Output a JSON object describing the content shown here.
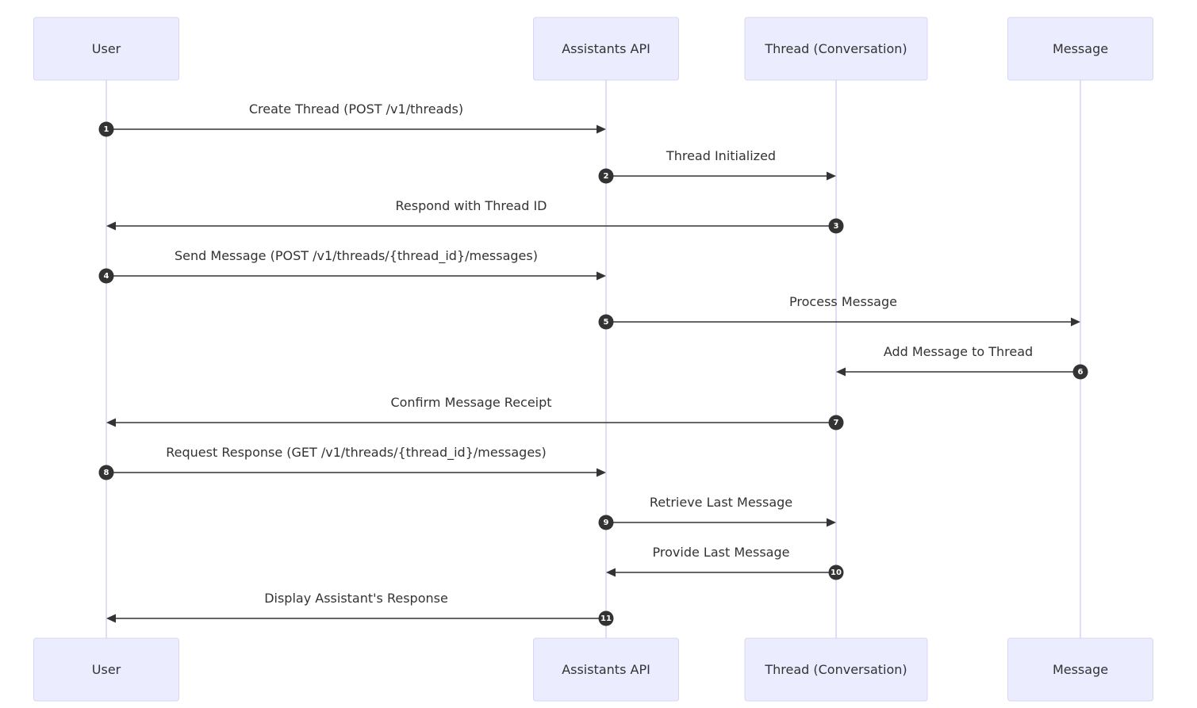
{
  "participants": [
    {
      "id": "user",
      "label": "User"
    },
    {
      "id": "api",
      "label": "Assistants API"
    },
    {
      "id": "thread",
      "label": "Thread (Conversation)"
    },
    {
      "id": "message",
      "label": "Message"
    }
  ],
  "messages": [
    {
      "seq": "1",
      "from": "user",
      "to": "api",
      "label": "Create Thread (POST /v1/threads)"
    },
    {
      "seq": "2",
      "from": "api",
      "to": "thread",
      "label": "Thread Initialized"
    },
    {
      "seq": "3",
      "from": "thread",
      "to": "user",
      "label": "Respond with Thread ID"
    },
    {
      "seq": "4",
      "from": "user",
      "to": "api",
      "label": "Send Message (POST /v1/threads/{thread_id}/messages)"
    },
    {
      "seq": "5",
      "from": "api",
      "to": "message",
      "label": "Process Message"
    },
    {
      "seq": "6",
      "from": "message",
      "to": "thread",
      "label": "Add Message to Thread"
    },
    {
      "seq": "7",
      "from": "thread",
      "to": "user",
      "label": "Confirm Message Receipt"
    },
    {
      "seq": "8",
      "from": "user",
      "to": "api",
      "label": "Request Response (GET /v1/threads/{thread_id}/messages)"
    },
    {
      "seq": "9",
      "from": "api",
      "to": "thread",
      "label": "Retrieve Last Message"
    },
    {
      "seq": "10",
      "from": "thread",
      "to": "api",
      "label": "Provide Last Message"
    },
    {
      "seq": "11",
      "from": "api",
      "to": "user",
      "label": "Display Assistant's Response"
    }
  ],
  "colors": {
    "actor_fill": "#ececff",
    "actor_border": "#d6d6f5",
    "lifeline": "#d9d0f2",
    "line": "#333333",
    "text": "#333333"
  }
}
